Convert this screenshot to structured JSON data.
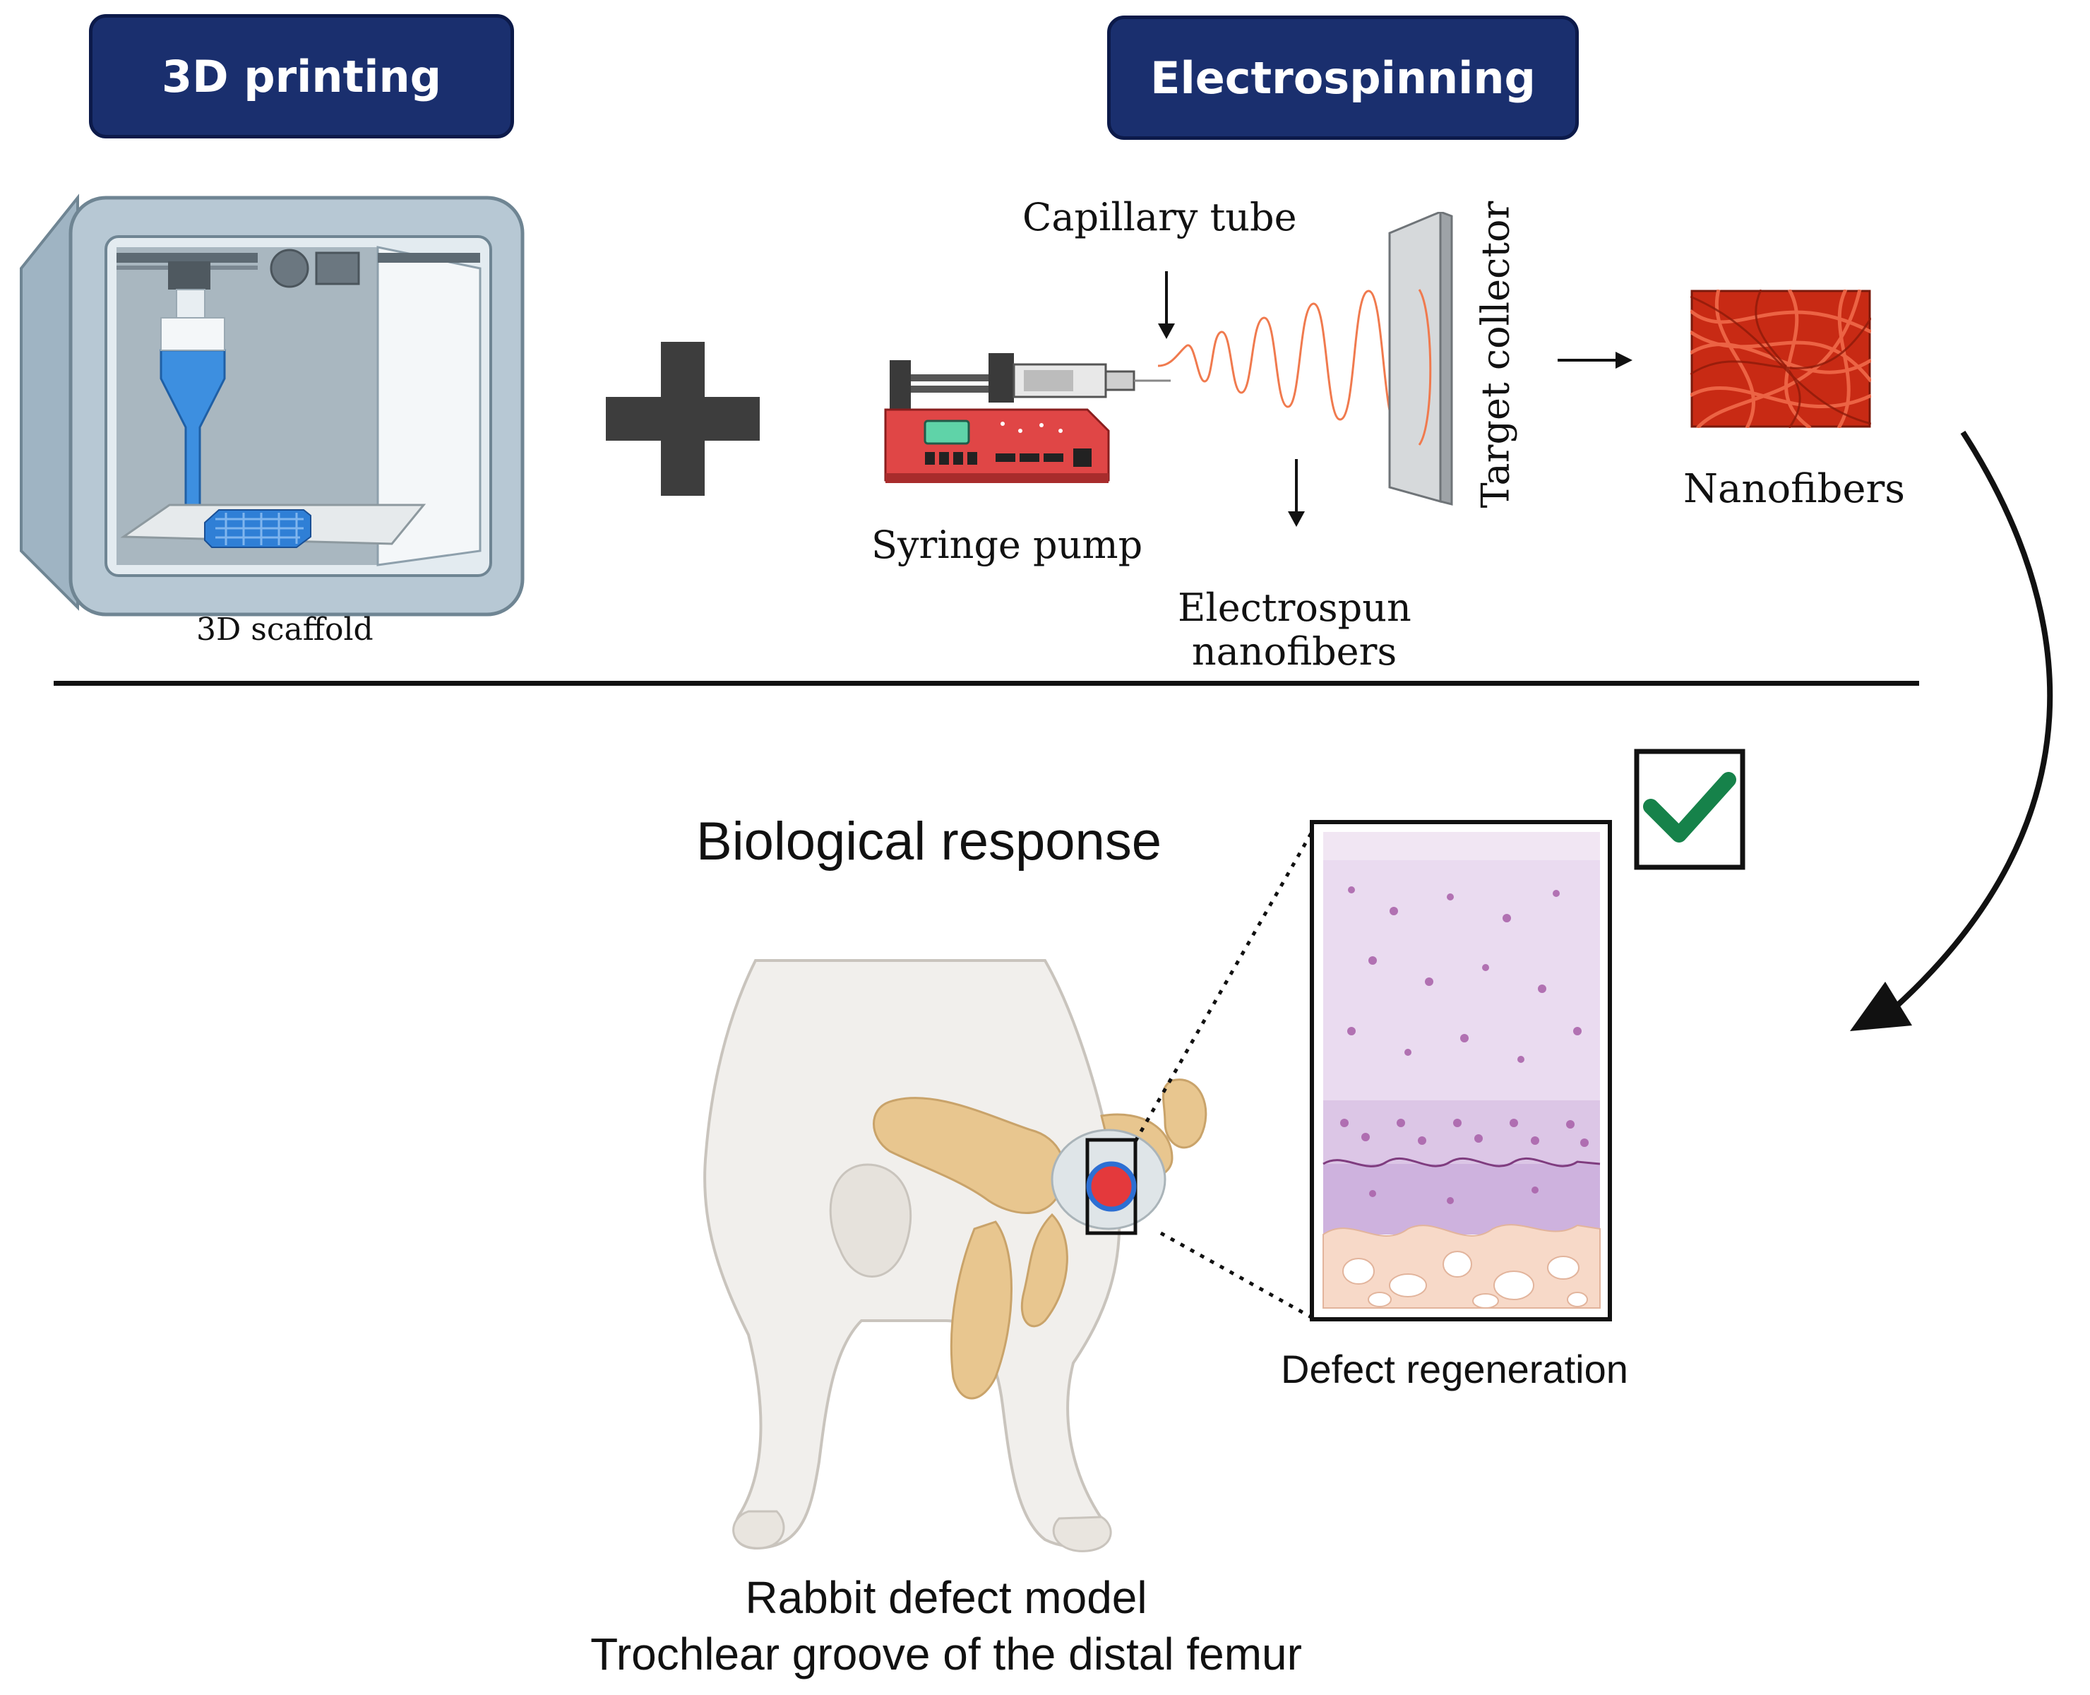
{
  "colors": {
    "badge_fill": "#1a2f6e",
    "badge_border": "#0c1a4a",
    "printer_frame": "#b7c8d4",
    "printer_glass": "#d6e2ea",
    "scaffold_blue": "#2f7fd6",
    "pump_red": "#e04646",
    "fiber_orange": "#f07a4e",
    "nanofiber_red": "#d4331c",
    "check_green": "#16824a",
    "defect_red": "#e4393c",
    "defect_blue": "#2d6fd3",
    "cartilage_purple": "#e9d7ee",
    "bone_peach": "#f7d9c8"
  },
  "header": {
    "left_badge": "3D printing",
    "right_badge": "Electrospinning"
  },
  "printing": {
    "scaffold_label": "3D scaffold"
  },
  "electrospinning": {
    "capillary_label": "Capillary tube",
    "pump_label": "Syringe pump",
    "collector_label": "Target collector",
    "fibers_label_line1": "Electrospun",
    "fibers_label_line2": "nanofibers",
    "nanofibers_label": "Nanofibers"
  },
  "response": {
    "title": "Biological response",
    "model_line1": "Rabbit defect model",
    "model_line2": "Trochlear groove of the distal femur",
    "histology_label": "Defect regeneration"
  },
  "icons": {
    "plus": "plus-icon",
    "check": "checkmark-icon",
    "arrow": "arrow-icon"
  }
}
